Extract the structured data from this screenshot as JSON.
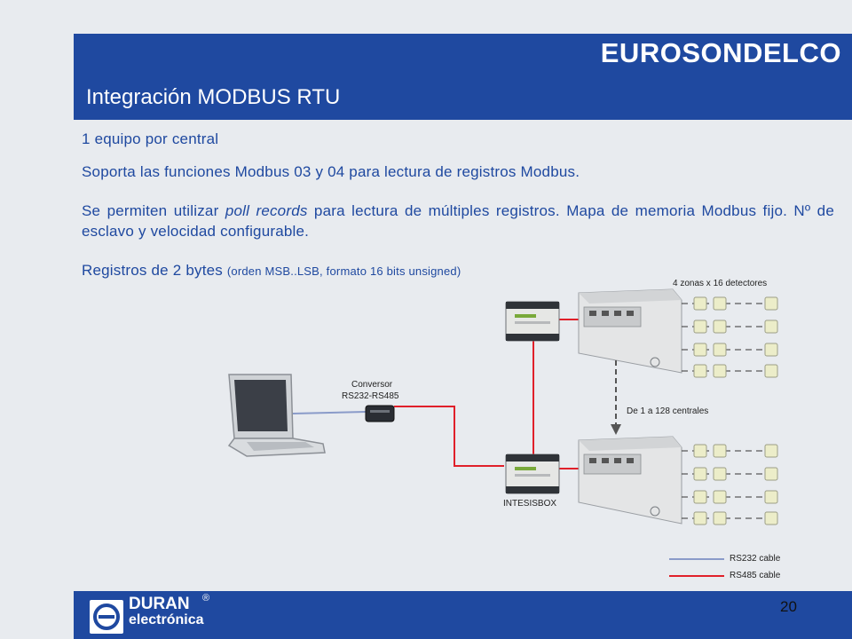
{
  "header": {
    "brand": "EUROSONDELCO",
    "title": "Integración MODBUS RTU"
  },
  "body": {
    "p1": "1 equipo por central",
    "p2": "Soporta las funciones Modbus 03 y 04 para lectura de registros Modbus.",
    "p3_a": "Se permiten utilizar ",
    "p3_em": "poll records",
    "p3_b": " para lectura de múltiples registros. Mapa de memoria Modbus fijo. Nº de esclavo y velocidad configurable.",
    "p4_main": "Registros de 2 bytes ",
    "p4_small": "(orden MSB..LSB, formato 16 bits unsigned)"
  },
  "diagram": {
    "zones_label": "4 zonas x 16 detectores",
    "converter_line1": "Conversor",
    "converter_line2": "RS232-RS485",
    "centrales_label": "De 1 a  128 centrales",
    "intesisbox_label": "INTESISBOX",
    "legend": [
      {
        "label": "RS232 cable",
        "color": "#8a9bc9"
      },
      {
        "label": "RS485 cable",
        "color": "#e0202a"
      }
    ]
  },
  "footer": {
    "logo_line1": "DURAN",
    "logo_line2": "electrónica",
    "logo_reg": "®",
    "page_number": "20"
  }
}
